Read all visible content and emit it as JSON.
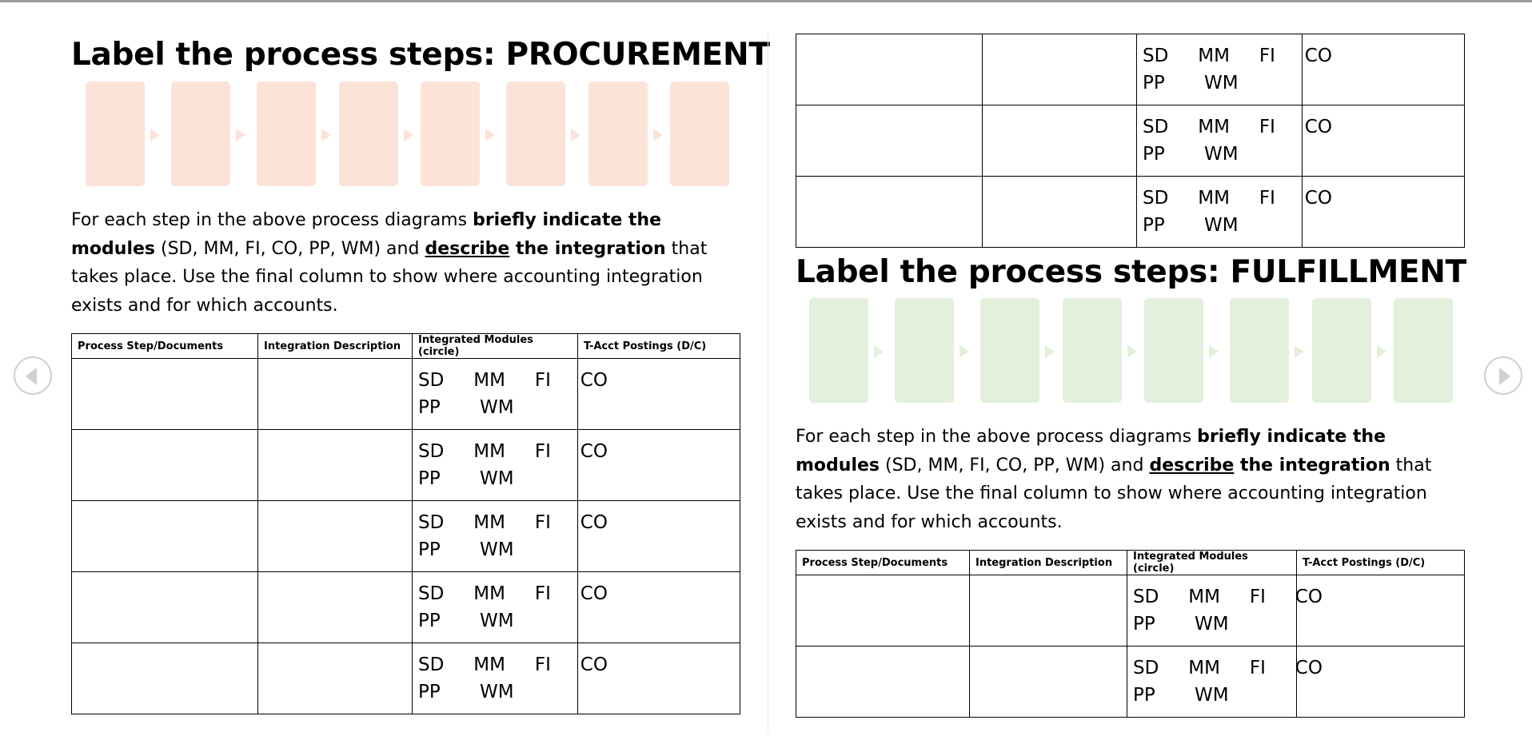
{
  "procurement": {
    "title": "Label the process steps:  PROCUREMENT",
    "flow_color": "#fbe3d8",
    "flow_step_count": 8,
    "instructions": {
      "part1": "For each step in the above process diagrams ",
      "bold1": "briefly indicate the modules",
      "part2": " (SD, MM, FI, CO, PP, WM) and ",
      "bold_underlined": "describe",
      "bold2": " the integration",
      "part3": " that takes place. Use the final column to show where accounting integration exists and for which accounts."
    },
    "table": {
      "headers": [
        "Process Step/Documents",
        "Integration Description",
        "Integrated Modules (circle)",
        "T-Acct Postings (D/C)"
      ],
      "rows": [
        {
          "modules_line1": "SD   MM   FI   CO",
          "modules_line2": "PP    WM"
        },
        {
          "modules_line1": "SD   MM   FI   CO",
          "modules_line2": "PP    WM"
        },
        {
          "modules_line1": "SD   MM   FI   CO",
          "modules_line2": "PP    WM"
        },
        {
          "modules_line1": "SD   MM   FI   CO",
          "modules_line2": "PP    WM"
        },
        {
          "modules_line1": "SD   MM   FI   CO",
          "modules_line2": "PP    WM"
        }
      ]
    }
  },
  "procurement_continued": {
    "rows": [
      {
        "modules_line1": "SD   MM   FI   CO",
        "modules_line2": "PP    WM"
      },
      {
        "modules_line1": "SD   MM   FI   CO",
        "modules_line2": "PP    WM"
      },
      {
        "modules_line1": "SD   MM   FI   CO",
        "modules_line2": "PP    WM"
      }
    ]
  },
  "fulfillment": {
    "title": "Label the process steps: FULFILLMENT",
    "flow_color": "#e2f0dc",
    "flow_step_count": 8,
    "instructions": {
      "part1": "For each step in the above process diagrams ",
      "bold1": "briefly indicate the modules",
      "part2": " (SD, MM, FI, CO, PP, WM) and ",
      "bold_underlined": "describe",
      "bold2": " the integration",
      "part3": " that takes place. Use the final column to show where accounting integration exists and for which accounts."
    },
    "table": {
      "headers": [
        "Process Step/Documents",
        "Integration Description",
        "Integrated Modules (circle)",
        "T-Acct Postings (D/C)"
      ],
      "rows": [
        {
          "modules_line1": "SD   MM   FI   CO",
          "modules_line2": "PP    WM"
        },
        {
          "modules_line1": "SD   MM   FI   CO",
          "modules_line2": "PP    WM"
        }
      ]
    }
  },
  "navigation": {
    "prev_icon": "chevron-left-icon",
    "next_icon": "chevron-right-icon"
  }
}
